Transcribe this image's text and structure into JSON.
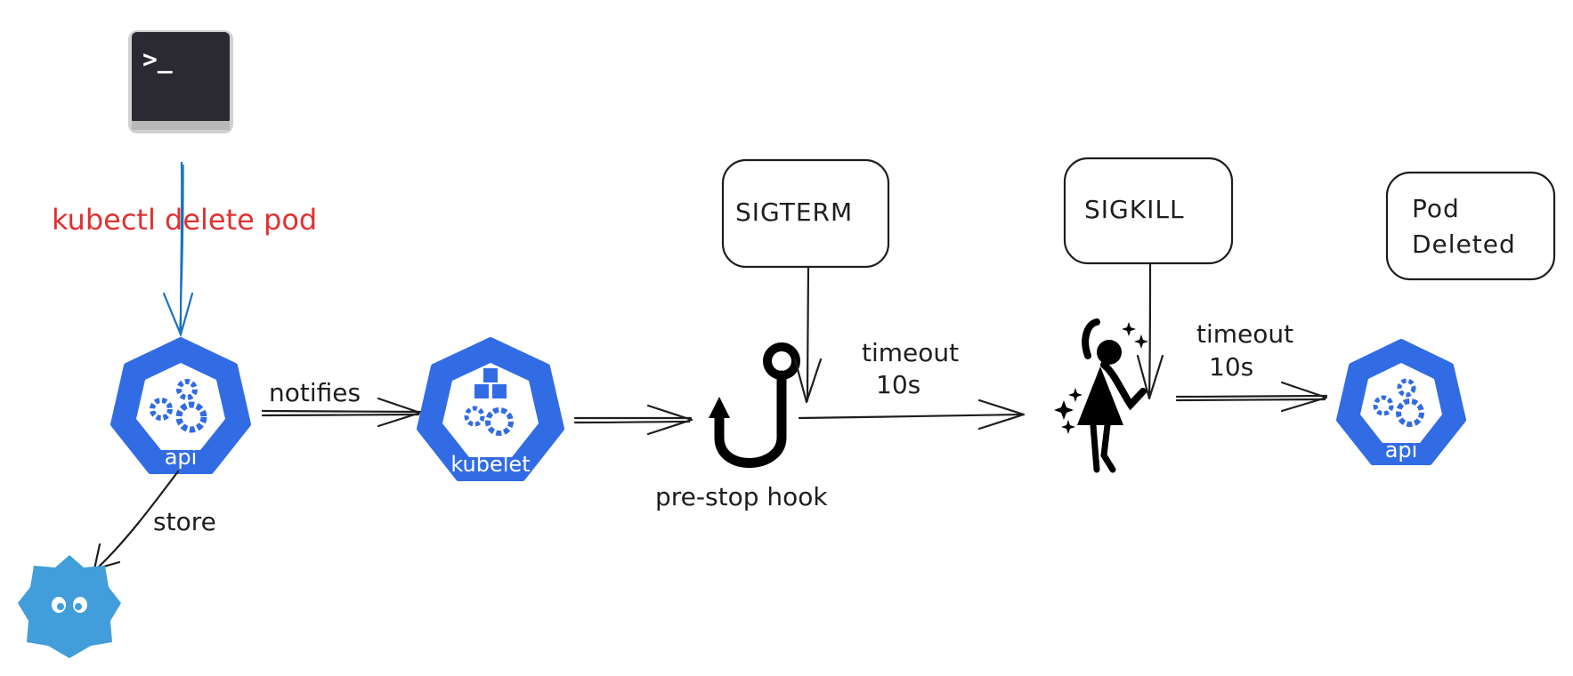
{
  "terminal": {
    "prompt": ">_"
  },
  "command": {
    "text": "kubectl delete pod"
  },
  "nodes": {
    "api_left": {
      "label": "api"
    },
    "kubelet": {
      "label": "kubelet"
    },
    "api_right": {
      "label": "api"
    }
  },
  "edges": {
    "notifies": "notifies",
    "store": "store",
    "timeout1_line1": "timeout",
    "timeout1_line2": "10s",
    "timeout2_line1": "timeout",
    "timeout2_line2": "10s"
  },
  "hook": {
    "label": "pre-stop hook"
  },
  "boxes": {
    "sigterm": "SIGTERM",
    "sigkill": "SIGKILL",
    "pod_deleted_line1": "Pod",
    "pod_deleted_line2": "Deleted"
  },
  "colors": {
    "k8s_blue": "#326ce5",
    "etcd_blue": "#419eda",
    "arrow_blue": "#1971c2",
    "command_red": "#e03131",
    "terminal_bg": "#2b2a33"
  },
  "icons": [
    "terminal-icon",
    "kubernetes-api-icon",
    "kubelet-icon",
    "etcd-icon",
    "hook-icon",
    "dancer-icon"
  ]
}
